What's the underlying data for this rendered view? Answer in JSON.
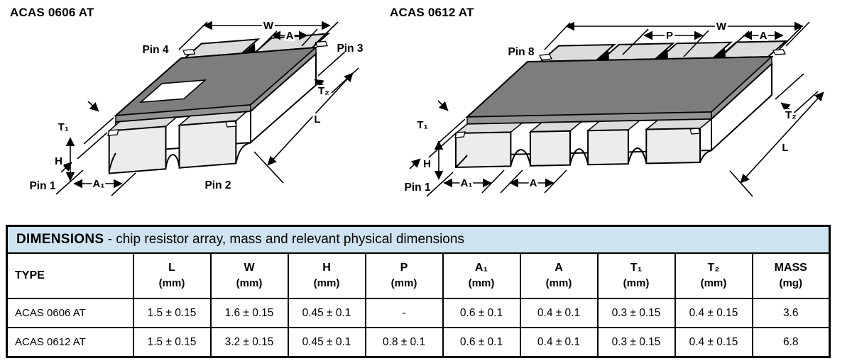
{
  "colors": {
    "coat_top": "#7d7d7d",
    "coat_edge": "#929292",
    "pad_top": "#dcdcdc",
    "pad_face": "#ececec",
    "body_face": "#ffffff",
    "outline": "#000000",
    "table_title_bg": "#cfe3f1"
  },
  "diagram_left": {
    "title": "ACAS 0606 AT",
    "labels": {
      "w": "W",
      "a": "A",
      "t1": "T₁",
      "t2": "T₂",
      "l": "L",
      "h": "H",
      "a1": "A₁",
      "pin1": "Pin 1",
      "pin2": "Pin 2",
      "pin3": "Pin 3",
      "pin4": "Pin 4"
    }
  },
  "diagram_right": {
    "title": "ACAS 0612 AT",
    "labels": {
      "w": "W",
      "p": "P",
      "a_top": "A",
      "t1": "T₁",
      "t2": "T₂",
      "l": "L",
      "h": "H",
      "a1": "A₁",
      "a_bottom": "A",
      "pin1": "Pin 1",
      "pin8": "Pin 8"
    }
  },
  "table": {
    "title_bold": "DIMENSIONS",
    "title_rest": " - chip resistor array, mass and relevant physical dimensions",
    "columns": [
      {
        "symbol": "TYPE",
        "unit": ""
      },
      {
        "symbol": "L",
        "unit": "(mm)"
      },
      {
        "symbol": "W",
        "unit": "(mm)"
      },
      {
        "symbol": "H",
        "unit": "(mm)"
      },
      {
        "symbol": "P",
        "unit": "(mm)"
      },
      {
        "symbol": "A₁",
        "unit": "(mm)"
      },
      {
        "symbol": "A",
        "unit": "(mm)"
      },
      {
        "symbol": "T₁",
        "unit": "(mm)"
      },
      {
        "symbol": "T₂",
        "unit": "(mm)"
      },
      {
        "symbol": "MASS",
        "unit": "(mg)"
      }
    ],
    "rows": [
      {
        "type": "ACAS 0606 AT",
        "values": [
          "1.5 ± 0.15",
          "1.6 ± 0.15",
          "0.45 ± 0.1",
          "-",
          "0.6 ± 0.1",
          "0.4 ± 0.1",
          "0.3 ± 0.15",
          "0.4 ± 0.15",
          "3.6"
        ]
      },
      {
        "type": "ACAS 0612 AT",
        "values": [
          "1.5 ± 0.15",
          "3.2 ± 0.15",
          "0.45 ± 0.1",
          "0.8 ± 0.1",
          "0.6 ± 0.1",
          "0.4 ± 0.1",
          "0.3 ± 0.15",
          "0.4 ± 0.15",
          "6.8"
        ]
      }
    ]
  }
}
